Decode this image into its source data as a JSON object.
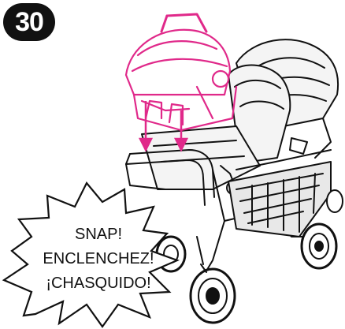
{
  "step": {
    "number": "30"
  },
  "callout": {
    "lines": [
      "SNAP!",
      "ENCLENCHEZ!",
      "¡CHASQUIDO!"
    ]
  },
  "colors": {
    "accent": "#e0298a",
    "ink": "#111111",
    "background": "#ffffff"
  }
}
